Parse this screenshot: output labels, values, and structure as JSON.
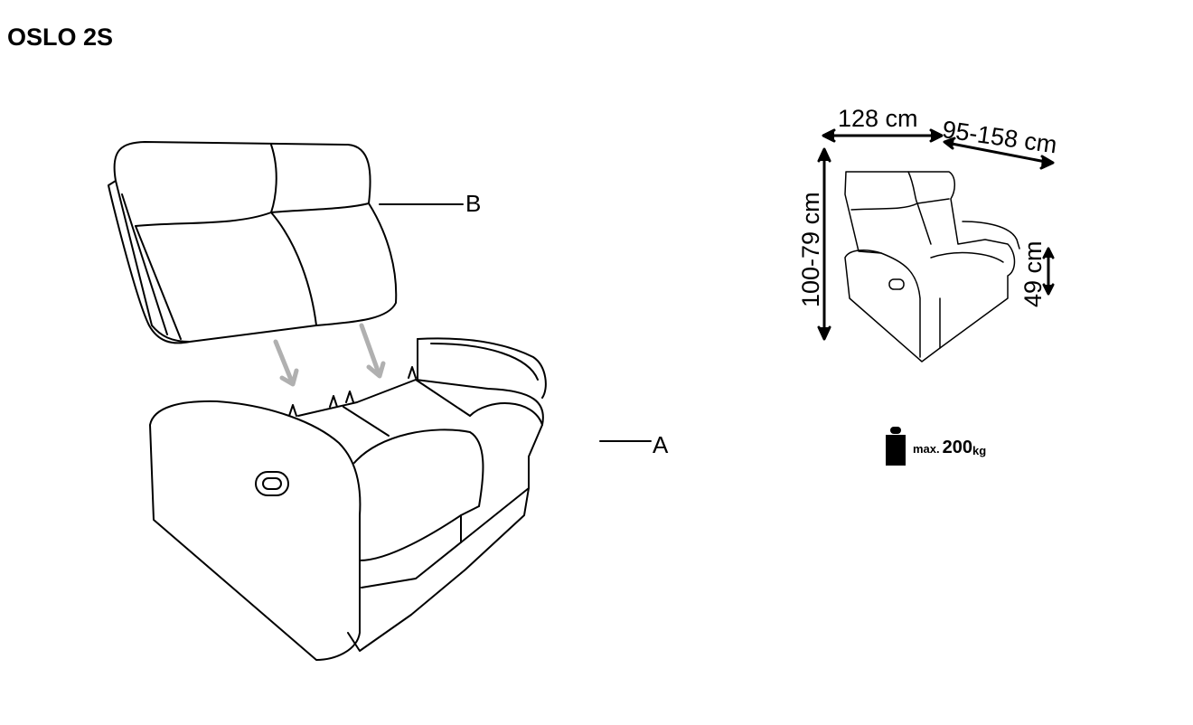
{
  "title": "OSLO 2S",
  "parts": {
    "backrest_label": "B",
    "base_label": "A"
  },
  "dimensions": {
    "width": "128 cm",
    "depth": "95-158 cm",
    "height": "100-79 cm",
    "seat_height": "49 cm"
  },
  "weight": {
    "prefix": "max.",
    "value": "200",
    "unit": "kg"
  },
  "colors": {
    "line": "#000000",
    "arrow": "#b0b0b0"
  }
}
